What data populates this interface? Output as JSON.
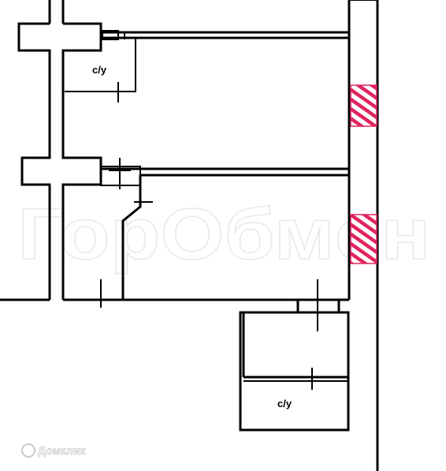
{
  "plan": {
    "rooms": [
      {
        "label": "с/у"
      },
      {
        "label": "с/у"
      }
    ]
  },
  "watermark": {
    "text": "ГорОбмен"
  },
  "logo": {
    "text": "Домклик"
  },
  "colors": {
    "wall": "#000000",
    "window_hatch": "#e0245e",
    "background": "#ffffff"
  }
}
